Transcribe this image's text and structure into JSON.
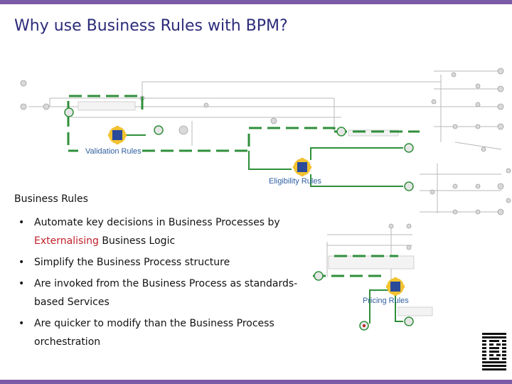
{
  "slide": {
    "title": "Why use Business Rules with BPM?",
    "section_heading": "Business Rules",
    "colors": {
      "accent_bar": "#7b5aa6",
      "title": "#2b2b7a",
      "rule_label": "#2f5fa0",
      "highlight": "#c0202a",
      "flow_green": "#2f8f3a",
      "gear_fill": "#f2c230",
      "gear_center": "#2a4a9a"
    },
    "bullets": [
      {
        "before": "Automate key decisions in Business Processes by ",
        "highlight": "Externalising",
        "after": " Business Logic"
      },
      {
        "before": "Simplify the Business Process structure",
        "highlight": "",
        "after": ""
      },
      {
        "before": "Are invoked from the Business Process as standards-based Services",
        "highlight": "",
        "after": ""
      },
      {
        "before": "Are quicker to modify than the Business Process orchestration",
        "highlight": "",
        "after": ""
      }
    ],
    "bullet_glyph": "•"
  },
  "diagram": {
    "rule_labels": {
      "validation": "Validation Rules",
      "eligibility": "Eligibility Rules",
      "pricing": "Pricing Rules"
    },
    "icons": [
      "rules-gear-icon",
      "process-node-icon",
      "ibm-logo-icon"
    ]
  }
}
